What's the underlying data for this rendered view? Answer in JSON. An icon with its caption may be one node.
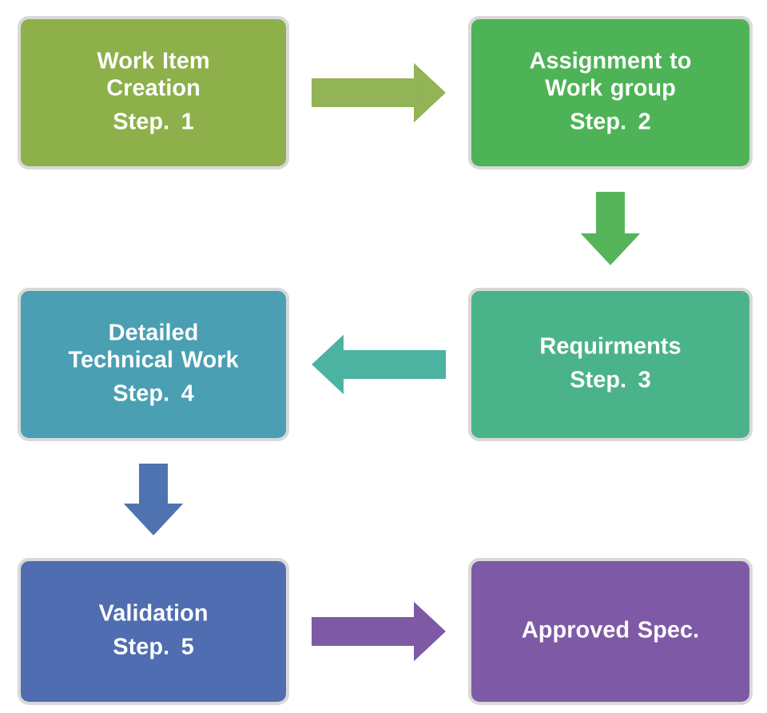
{
  "diagram": {
    "nodes": [
      {
        "text": [
          "Work Item Creation",
          "Step. 1"
        ]
      },
      {
        "text": [
          "Assignment to Work group",
          "Step. 2"
        ]
      },
      {
        "text": [
          "Requirments",
          "Step. 3"
        ]
      },
      {
        "text": [
          "Detailed Technical Work",
          "Step. 4"
        ]
      },
      {
        "text": [
          "Validation",
          "Step. 5"
        ]
      },
      {
        "text": [
          "Approved Spec."
        ]
      }
    ],
    "edges": [
      {
        "from": 0,
        "to": 1,
        "arrow": "to",
        "color": "#92b356"
      },
      {
        "from": 1,
        "to": 2,
        "arrow": "to",
        "color": "#55b45a"
      },
      {
        "from": 2,
        "to": 3,
        "arrow": "to",
        "color": "#4bb3a0"
      },
      {
        "from": 3,
        "to": 4,
        "arrow": "to",
        "color": "#4f72b0"
      },
      {
        "from": 4,
        "to": 5,
        "arrow": "to",
        "color": "#7e5aa6"
      }
    ]
  }
}
